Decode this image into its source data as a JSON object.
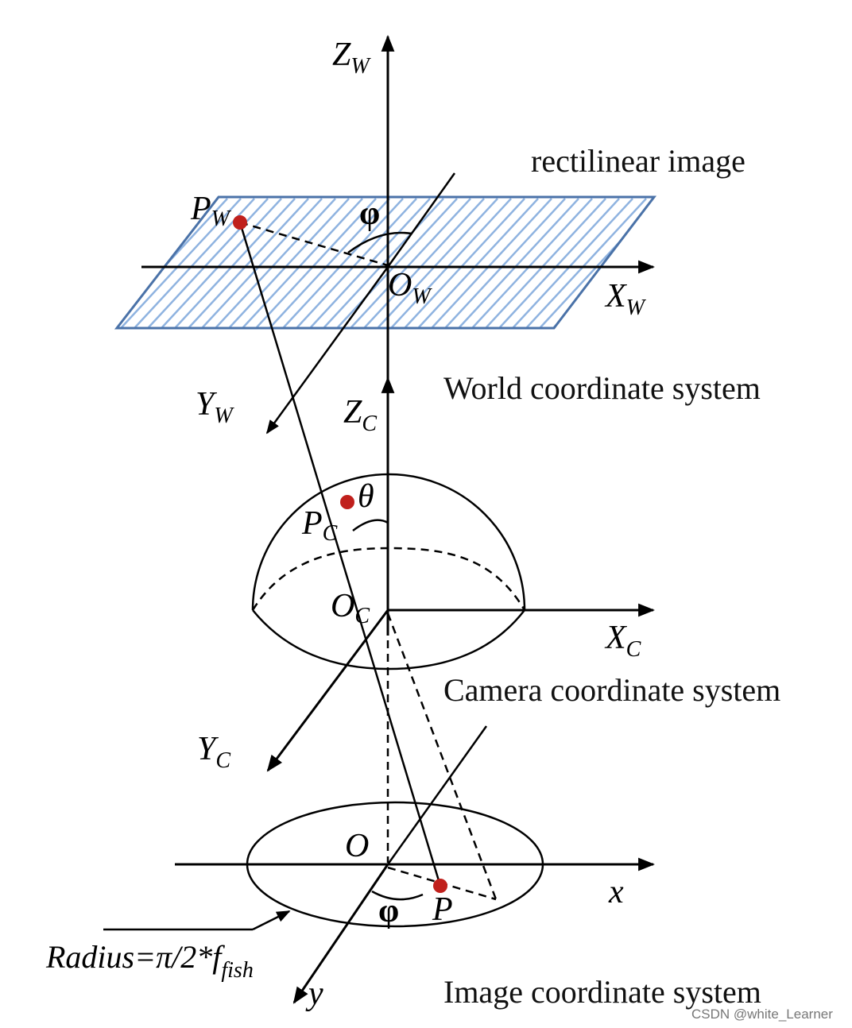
{
  "captions": {
    "rectilinear": "rectilinear image",
    "world": "World coordinate system",
    "camera": "Camera coordinate system",
    "image": "Image coordinate system"
  },
  "labels": {
    "zw": "Z",
    "zw_sub": "W",
    "xw": "X",
    "xw_sub": "W",
    "yw": "Y",
    "yw_sub": "W",
    "ow": "O",
    "ow_sub": "W",
    "pw": "P",
    "pw_sub": "W",
    "phi_top": "φ",
    "zc": "Z",
    "zc_sub": "C",
    "xc": "X",
    "xc_sub": "C",
    "yc": "Y",
    "yc_sub": "C",
    "oc": "O",
    "oc_sub": "C",
    "pc": "P",
    "pc_sub": "C",
    "theta": "θ",
    "o": "O",
    "x": "x",
    "y": "y",
    "p": "P",
    "phi_bottom": "φ",
    "radius_main": "Radius=π/2*f",
    "radius_sub": "fish"
  },
  "watermark": "CSDN @white_Learner",
  "colors": {
    "point": "#c0201c",
    "plane_edge": "#4a72a8",
    "plane_hatch": "#8fb3e0"
  }
}
